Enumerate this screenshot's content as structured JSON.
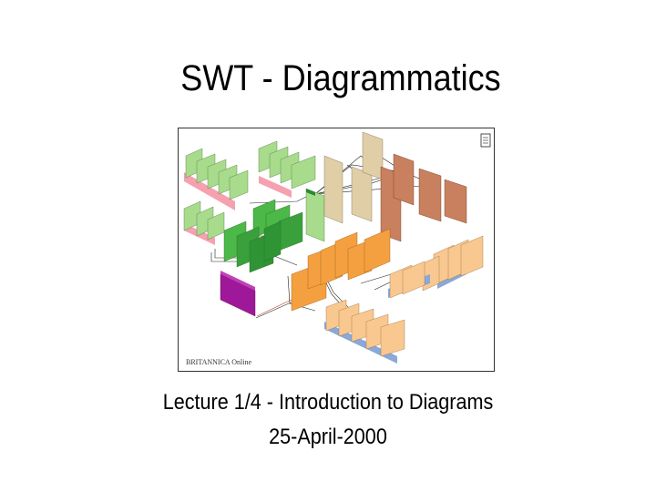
{
  "slide": {
    "title": "SWT - Diagrammatics",
    "subtitle_line1": "Lecture 1/4 - Introduction to Diagrams",
    "subtitle_line2": "25-April-2000"
  },
  "figure": {
    "caption": "BRITANNICA Online",
    "colors": {
      "pink": "#f6a0b0",
      "green_light": "#a8dc8c",
      "green": "#4cb848",
      "green_dark": "#2a8a30",
      "purple": "#a0189a",
      "tan": "#e0cfa6",
      "brown": "#c8805e",
      "orange": "#f5a040",
      "orange_light": "#f8c890",
      "blue": "#8aa8d8"
    }
  }
}
